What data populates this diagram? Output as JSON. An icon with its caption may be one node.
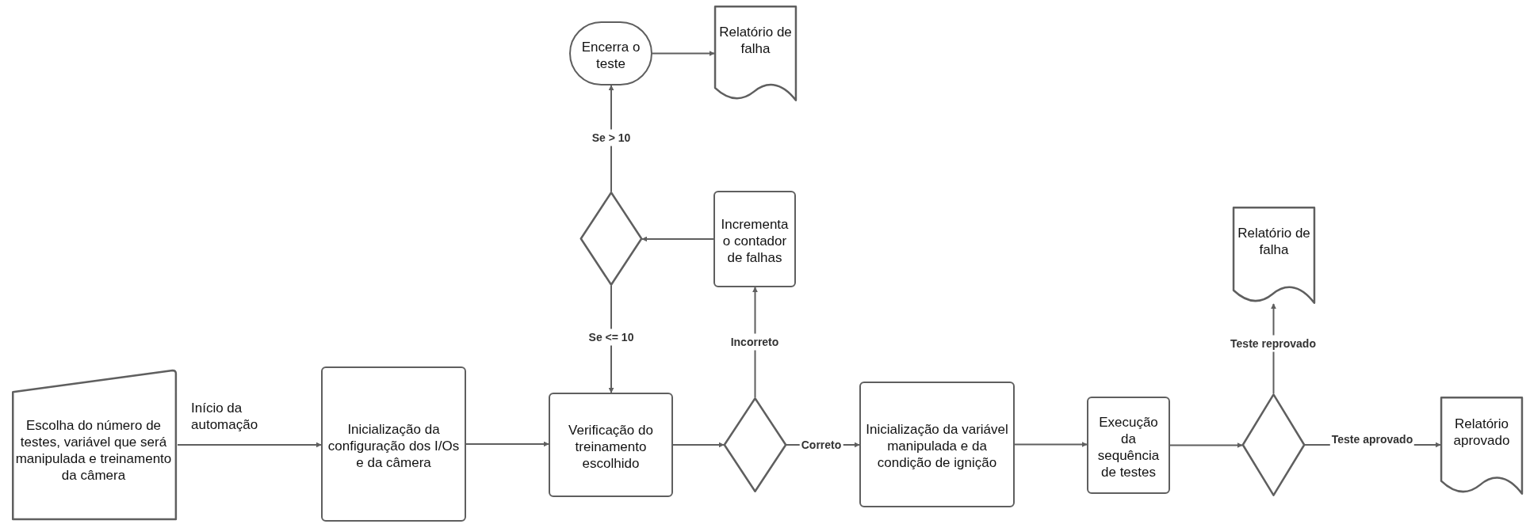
{
  "diagram": {
    "nodes": [
      {
        "text": [
          "Escolha do número de testes, variável que será manipulada e treinamento da câmera"
        ]
      },
      {
        "text": [
          "Inicialização da configuração dos I/Os e da câmera"
        ]
      },
      {
        "text": [
          "Verificação do treinamento escolhido"
        ]
      },
      {
        "text": [],
        "shape": "diamond"
      },
      {
        "text": [
          "Inicialização da variável manipulada e da condição de ignição"
        ]
      },
      {
        "text": [
          "Execução da sequência de testes"
        ]
      },
      {
        "text": [],
        "shape": "diamond"
      },
      {
        "text": [
          "Relatório aprovado"
        ]
      },
      {
        "text": [
          "Relatório de falha"
        ]
      },
      {
        "text": [
          "Incrementa o contador de falhas"
        ]
      },
      {
        "text": [],
        "shape": "diamond"
      },
      {
        "text": [
          "Encerra o teste"
        ]
      },
      {
        "text": [
          "Relatório de falha"
        ]
      }
    ],
    "edges": [
      {
        "from": 0,
        "to": 1,
        "arrow": "to",
        "label": "Início da automação"
      },
      {
        "from": 1,
        "to": 2,
        "arrow": "to"
      },
      {
        "from": 2,
        "to": 3,
        "arrow": "to"
      },
      {
        "from": 3,
        "to": 4,
        "arrow": "to",
        "label": "Correto"
      },
      {
        "from": 3,
        "to": 9,
        "arrow": "to",
        "label": "Incorreto"
      },
      {
        "from": 9,
        "to": 10,
        "arrow": "to"
      },
      {
        "from": 10,
        "to": 2,
        "arrow": "to",
        "label": "Se <= 10"
      },
      {
        "from": 10,
        "to": 11,
        "arrow": "to",
        "label": "Se > 10"
      },
      {
        "from": 11,
        "to": 12,
        "arrow": "to"
      },
      {
        "from": 4,
        "to": 5,
        "arrow": "to"
      },
      {
        "from": 5,
        "to": 6,
        "arrow": "to"
      },
      {
        "from": 6,
        "to": 7,
        "arrow": "to",
        "label": "Teste aprovado"
      },
      {
        "from": 6,
        "to": 8,
        "arrow": "to",
        "label": "Teste reprovado"
      }
    ]
  }
}
